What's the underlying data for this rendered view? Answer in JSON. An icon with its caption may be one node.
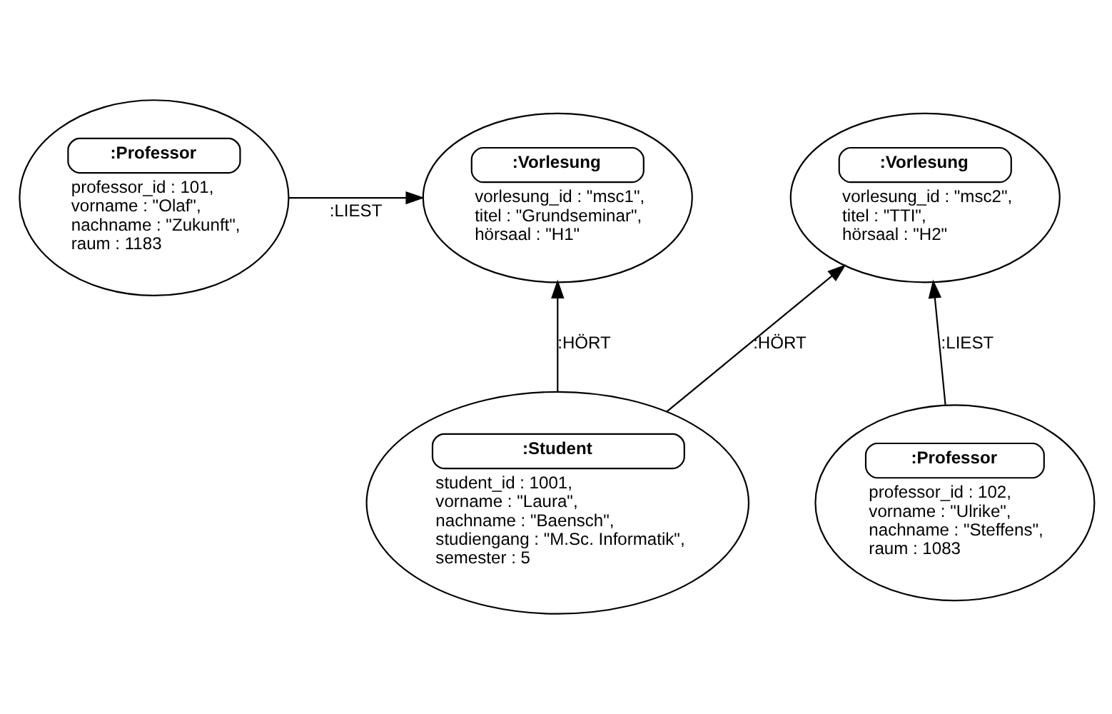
{
  "diagram": {
    "nodes": [
      {
        "text": [
          ":Vorlesung",
          "vorlesung_id : \"msc1\", titel : \"Grundseminar\", hörsaal : \"H1\""
        ]
      },
      {
        "text": [
          ":Professor",
          "professor_id : 101, vorname : \"Olaf\", nachname : \"Zukunft\", raum : 1183"
        ]
      },
      {
        "text": [
          ":Vorlesung",
          "vorlesung_id : \"msc2\", titel : \"TTI\", hörsaal : \"H2\""
        ]
      },
      {
        "text": [
          ":Student",
          "student_id : 1001, vorname : \"Laura\", nachname : \"Baensch\", studiengang : \"M.Sc. Informatik\", semester : 5"
        ]
      },
      {
        "text": [
          ":Professor",
          "professor_id : 102, vorname : \"Ulrike\", nachname : \"Steffens\", raum : 1083"
        ]
      }
    ],
    "edges": [
      {
        "from": 1,
        "to": 0,
        "arrow": "to",
        "label": ":LIEST"
      },
      {
        "from": 3,
        "to": 0,
        "arrow": "to",
        "label": ":HÖRT"
      },
      {
        "from": 3,
        "to": 2,
        "arrow": "to",
        "label": ":HÖRT"
      },
      {
        "from": 4,
        "to": 2,
        "arrow": "to",
        "label": ":LIEST"
      }
    ]
  }
}
